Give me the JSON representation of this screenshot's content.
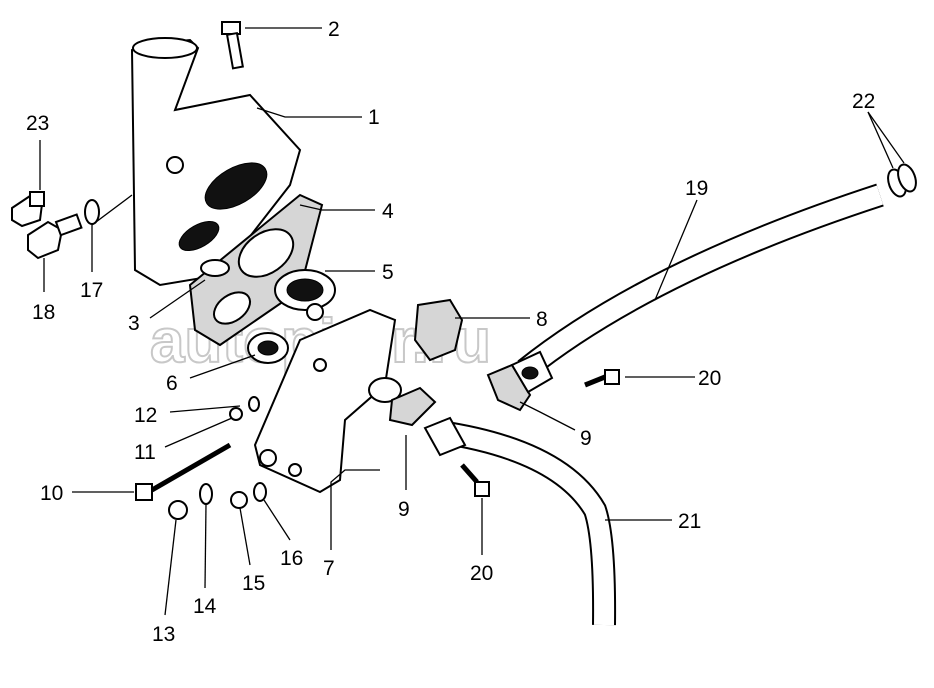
{
  "diagram": {
    "watermark": "autopiter.ru",
    "callouts": {
      "c1": "1",
      "c2": "2",
      "c3": "3",
      "c4": "4",
      "c5": "5",
      "c6": "6",
      "c7": "7",
      "c8": "8",
      "c9a": "9",
      "c9b": "9",
      "c10": "10",
      "c11": "11",
      "c12": "12",
      "c13": "13",
      "c14": "14",
      "c15": "15",
      "c16": "16",
      "c17": "17",
      "c18": "18",
      "c19": "19",
      "c20a": "20",
      "c20b": "20",
      "c21": "21",
      "c22": "22",
      "c23": "23"
    }
  }
}
